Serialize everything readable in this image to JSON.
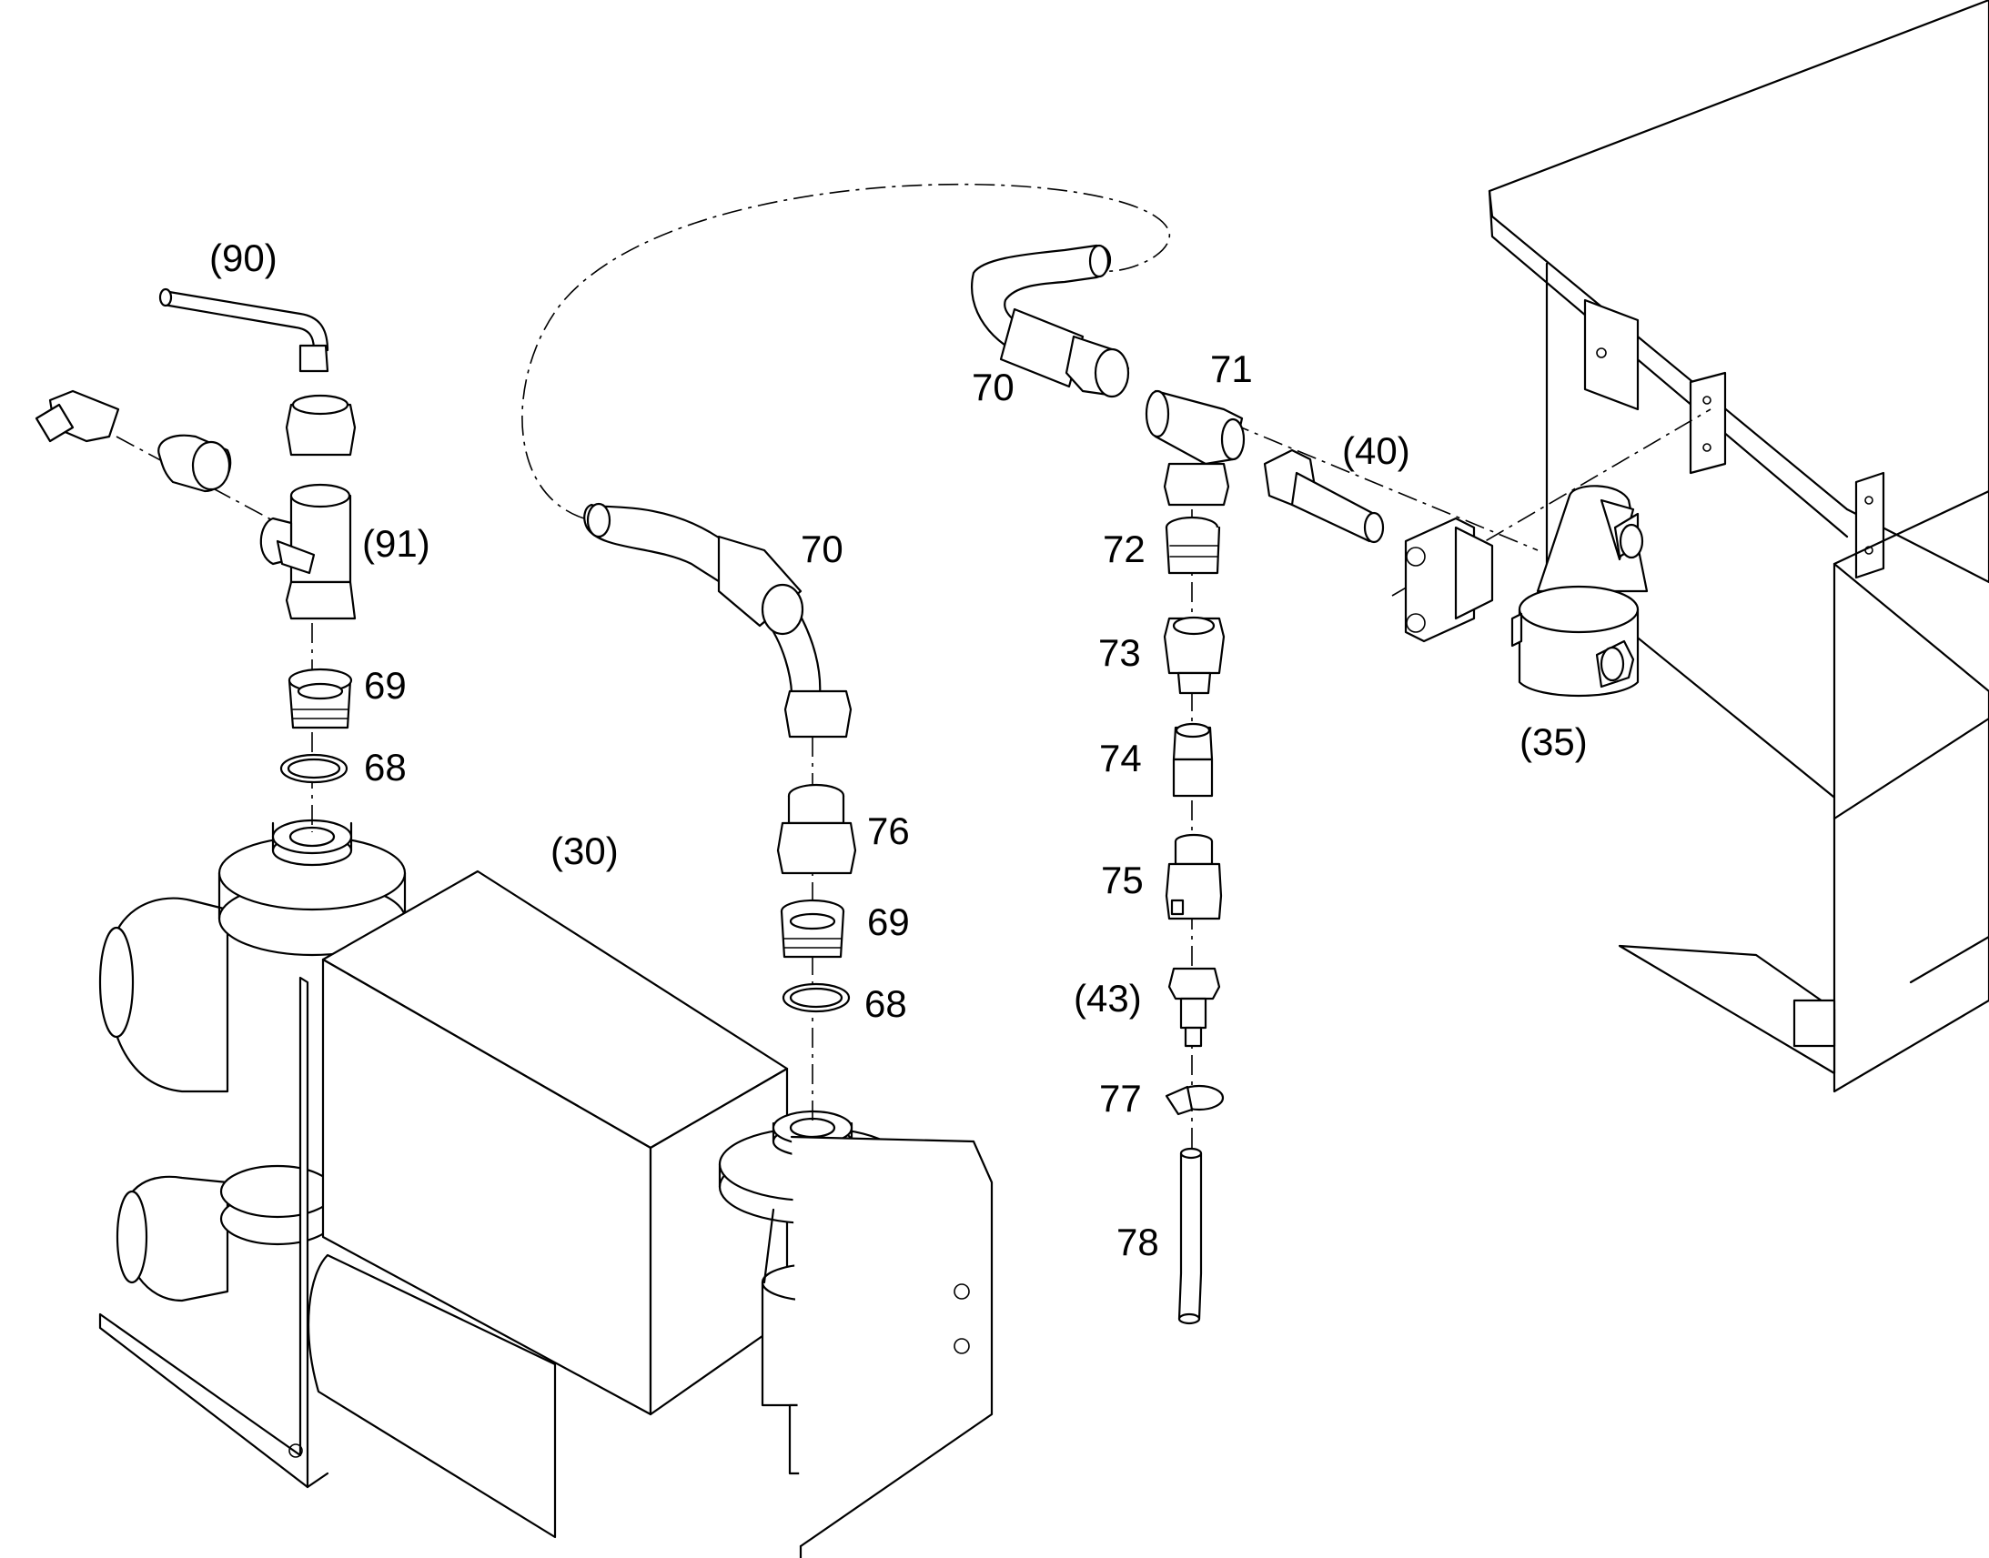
{
  "diagram": {
    "callouts": [
      {
        "id": "c90",
        "text": "(90)"
      },
      {
        "id": "c91",
        "text": "(91)"
      },
      {
        "id": "c69a",
        "text": "69"
      },
      {
        "id": "c68a",
        "text": "68"
      },
      {
        "id": "c30",
        "text": "(30)"
      },
      {
        "id": "c70a",
        "text": "70"
      },
      {
        "id": "c76",
        "text": "76"
      },
      {
        "id": "c69b",
        "text": "69"
      },
      {
        "id": "c68b",
        "text": "68"
      },
      {
        "id": "c70b",
        "text": "70"
      },
      {
        "id": "c71",
        "text": "71"
      },
      {
        "id": "c40",
        "text": "(40)"
      },
      {
        "id": "c72",
        "text": "72"
      },
      {
        "id": "c73",
        "text": "73"
      },
      {
        "id": "c74",
        "text": "74"
      },
      {
        "id": "c75",
        "text": "75"
      },
      {
        "id": "c43",
        "text": "(43)"
      },
      {
        "id": "c77",
        "text": "77"
      },
      {
        "id": "c78",
        "text": "78"
      },
      {
        "id": "c35",
        "text": "(35)"
      }
    ]
  }
}
